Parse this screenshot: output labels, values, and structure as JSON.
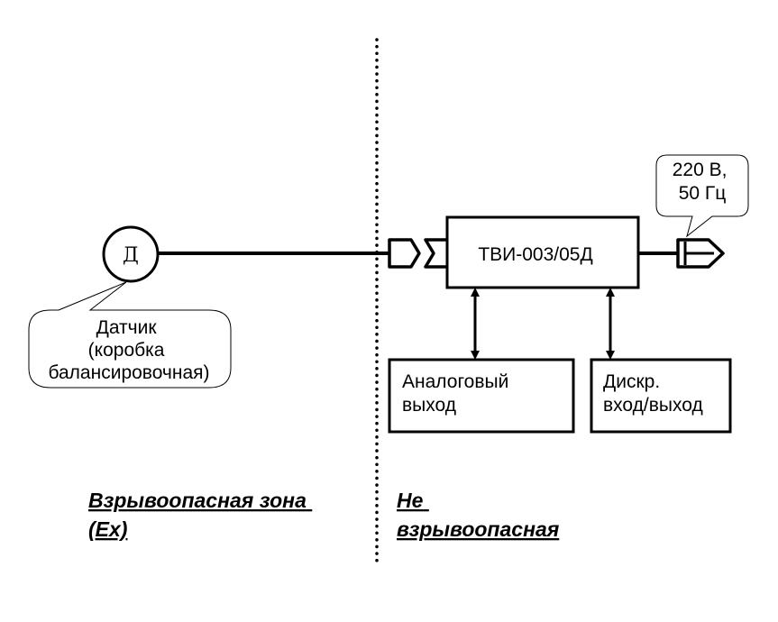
{
  "sensor": {
    "symbol": "Д",
    "callout_lines": [
      "Датчик",
      "(коробка",
      "балансировочная)"
    ]
  },
  "device": {
    "label": "ТВИ-003/05Д"
  },
  "power": {
    "callout_lines": [
      "220 В,",
      "50 Гц"
    ]
  },
  "analog_output": {
    "lines": [
      "Аналоговый",
      "выход"
    ]
  },
  "discrete_io": {
    "lines": [
      "Дискр.",
      "вход/выход"
    ]
  },
  "zones": {
    "hazardous": {
      "lines": [
        "Взрывоопасная зона",
        "(Ex)"
      ]
    },
    "safe": {
      "lines": [
        "Не",
        "взрывоопасная"
      ]
    }
  }
}
